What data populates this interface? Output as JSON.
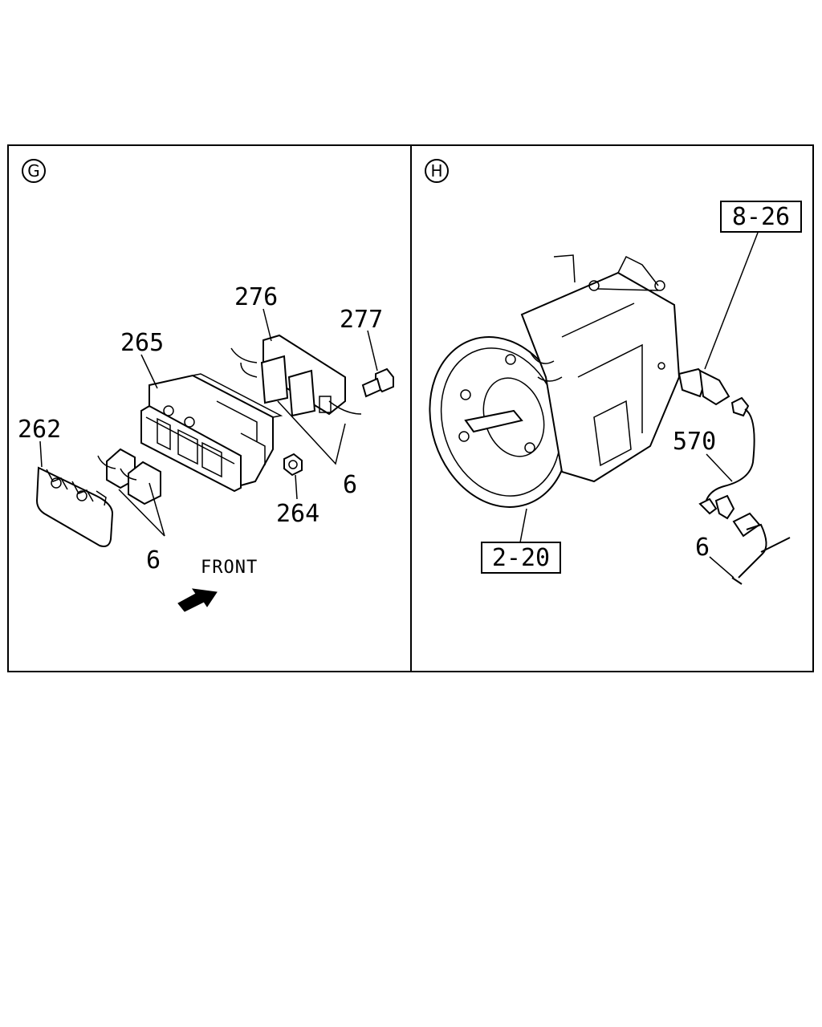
{
  "panel_g": {
    "marker": "G",
    "labels": {
      "p276": "276",
      "p277": "277",
      "p265": "265",
      "p262": "262",
      "p264": "264",
      "p6_right": "6",
      "p6_bottom": "6"
    },
    "front_text": "FRONT"
  },
  "panel_h": {
    "marker": "H",
    "labels": {
      "ref_826": "8-26",
      "ref_220": "2-20",
      "p570": "570",
      "p6": "6"
    }
  }
}
